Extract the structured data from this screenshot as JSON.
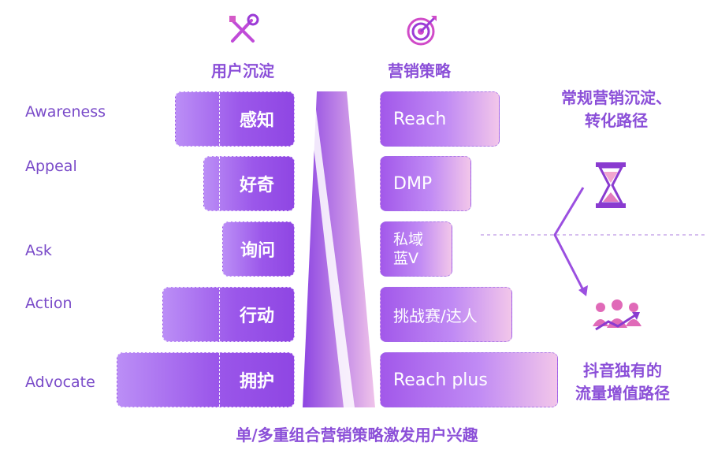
{
  "headers": {
    "user": "用户沉淀",
    "marketing": "营销策略"
  },
  "stages": [
    "Awareness",
    "Appeal",
    "Ask",
    "Action",
    "Advocate"
  ],
  "user_boxes": [
    "感知",
    "好奇",
    "询问",
    "行动",
    "拥护"
  ],
  "strategy_boxes": [
    "Reach",
    "DMP",
    "私域",
    "蓝V",
    "挑战赛/达人",
    "Reach plus"
  ],
  "side": {
    "top_line1": "常规营销沉淀、",
    "top_line2": "转化路径",
    "bottom_line1": "抖音独有的",
    "bottom_line2": "流量增值路径"
  },
  "bottom_caption": "单/多重组合营销策略激发用户兴趣",
  "icons": {
    "user_header": "tools-icon",
    "marketing_header": "target-icon",
    "hourglass": "hourglass-icon",
    "crowd": "crowd-icon"
  },
  "colors": {
    "purple": "#8b4fd8",
    "label": "#7a4bc9",
    "pink": "#f2c6ea"
  }
}
